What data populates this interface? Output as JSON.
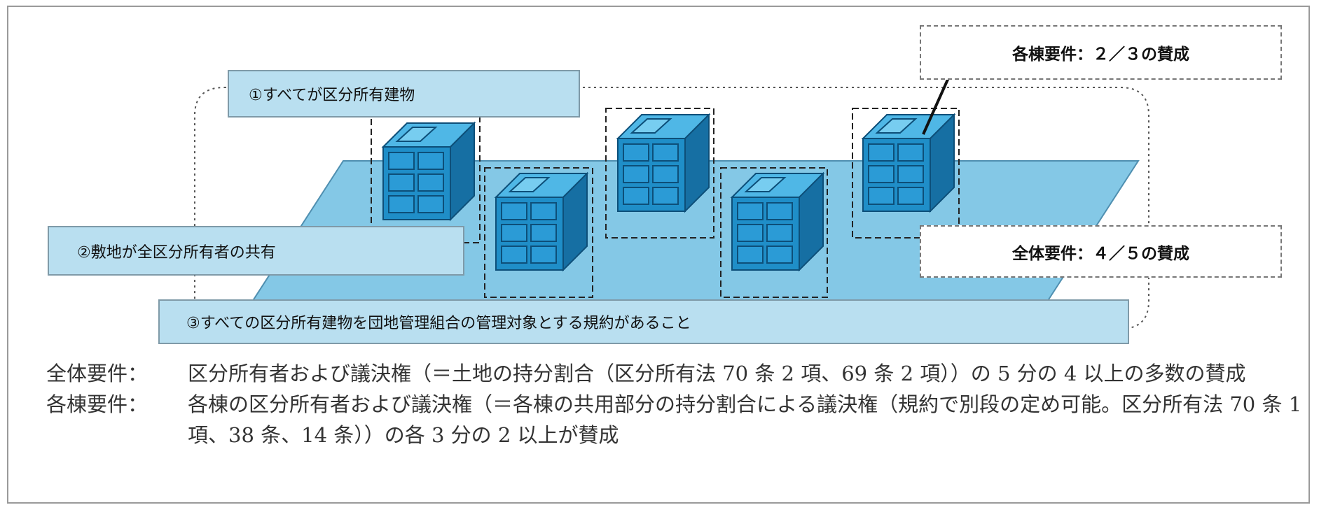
{
  "labels": {
    "cond1": "①すべてが区分所有建物",
    "cond2": "②敷地が全区分所有者の共有",
    "cond3": "③すべての区分所有建物を団地管理組合の管理対象とする規約があること",
    "building_req": "各棟要件：２／３の賛成",
    "overall_req": "全体要件：４／５の賛成"
  },
  "notes": [
    {
      "key": "全体要件：",
      "text": "区分所有者および議決権（＝土地の持分割合（区分所有法 70 条 2 項、69 条 2 項））の 5 分の 4 以上の多数の賛成"
    },
    {
      "key": "各棟要件：",
      "text": "各棟の区分所有者および議決権（＝各棟の共用部分の持分割合による議決権（規約で別段の定め可能。区分所有法 70 条 1 項、38 条、14 条））の各 3 分の 2 以上が賛成"
    }
  ],
  "colors": {
    "plane": "#7fc6e6",
    "cube_front": "#1f8ec8",
    "cube_top": "#4fb7e6",
    "cube_side": "#166fa3",
    "label_fill": "#b9dff0"
  }
}
